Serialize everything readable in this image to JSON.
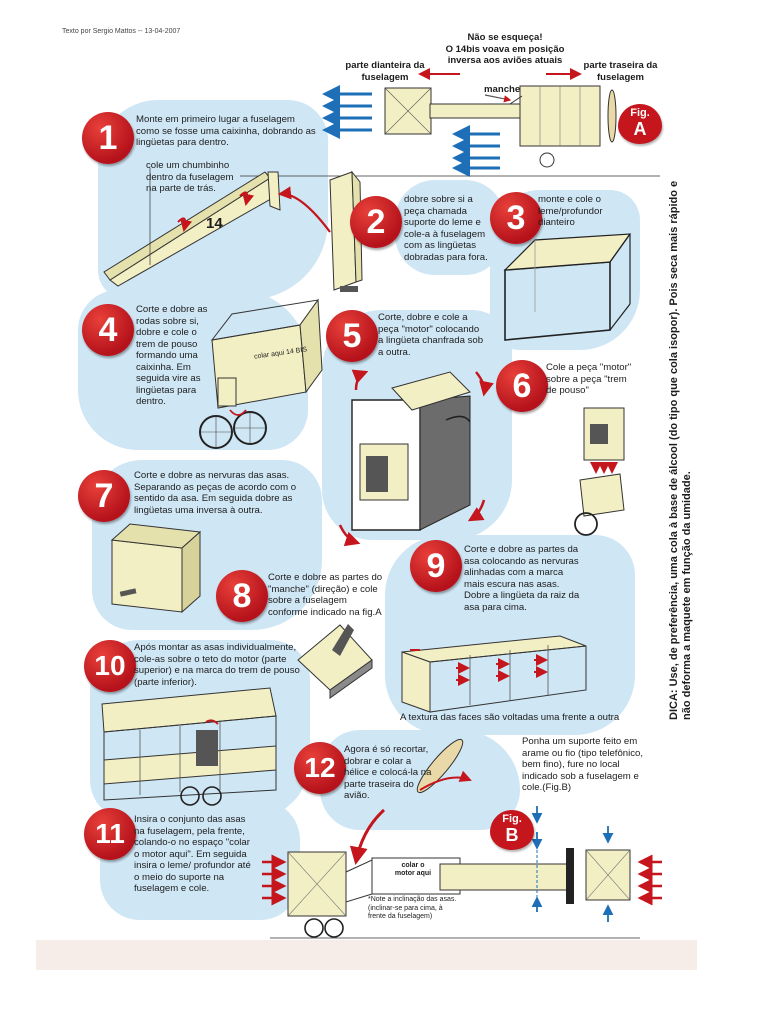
{
  "header": {
    "credit": "Texto por Sergio Mattos -- 13-04-2007"
  },
  "figA": {
    "title_line1": "Não se esqueça!",
    "title_line2": "O 14bis voava em posição",
    "title_line3": "inversa aos aviões atuais",
    "front_label": "parte dianteira da fuselagem",
    "rear_label": "parte traseira da fuselagem",
    "stick_label": "manche",
    "fig_word": "Fig.",
    "fig_letter": "A"
  },
  "steps": [
    {
      "n": "1",
      "text": "Monte em primeiro lugar a fuselagem como se fosse uma caixinha, dobrando as lingüetas para dentro."
    },
    {
      "n": "2",
      "text": "dobre sobre si a peça chamada suporte do leme e cole-a à fuselagem com as lingüetas dobradas para fora."
    },
    {
      "n": "3",
      "text": "monte e cole o leme/profundor dianteiro"
    },
    {
      "n": "4",
      "text": "Corte e dobre as rodas sobre si, dobre e cole o trem de pouso formando uma caixinha. Em seguida vire as lingüetas para dentro."
    },
    {
      "n": "5",
      "text": "Corte, dobre e cole a peça \"motor\" colocando a lingüeta chanfrada sob a outra."
    },
    {
      "n": "6",
      "text": "Cole a peça \"motor\" sobre a peça \"trem de pouso\""
    },
    {
      "n": "7",
      "text": "Corte e dobre as nervuras das asas. Separando as peças de acordo com o sentido da asa. Em seguida dobre as lingüetas uma inversa à outra."
    },
    {
      "n": "8",
      "text": "Corte e dobre as partes do \"manche\" (direção) e cole sobre a fuselagem conforme indicado na fig.A"
    },
    {
      "n": "9",
      "text": "Corte e dobre as partes da asa colocando as nervuras alinhadas com a marca mais escura nas asas. Dobre a lingüeta da raiz da asa para cima."
    },
    {
      "n": "10",
      "text": "Após montar as asas individualmente, cole-as sobre o teto do motor (parte superior) e na marca do trem de pouso (parte inferior)."
    },
    {
      "n": "11",
      "text": "Insira o conjunto das asas na fuselagem, pela frente, colando-o no espaço \"colar o motor aqui\". Em seguida insira o leme/ profundor até o meio do suporte na fuselagem e cole."
    },
    {
      "n": "12",
      "text": "Agora é só recortar, dobrar e colar a hélice e colocá-la na parte traseira do avião."
    }
  ],
  "step1_note": "cole um chumbinho dentro da fuselagem na parte de trás.",
  "fuselage_mark": "14",
  "motor_label": "colar aqui 14 BIS",
  "wing_note": "A textura das faces são voltadas uma frente a outra",
  "support_note": "Ponha um suporte feito em arame ou fio (tipo telefônico, bem fino), fure no local indicado sob a fuselagem e cole.(Fig.B)",
  "figB": {
    "fig_word": "Fig.",
    "fig_letter": "B",
    "motor_label": "colar o motor aqui",
    "incline_note": "*Note a inclinação das asas.(inclinar-se para cima, à frente da fuselagem)"
  },
  "tip": "DICA: Use, de preferência, uma cola à base de álcool (do tipo que cola isopor). Pois seca mais rápido e não deforma a maquete em função da umidade.",
  "colors": {
    "blob": "#cfe6f5",
    "badge": "#c4161c",
    "arrow_red": "#c4161c",
    "arrow_blue": "#1e6fb8",
    "paper": "#f3efc4"
  }
}
